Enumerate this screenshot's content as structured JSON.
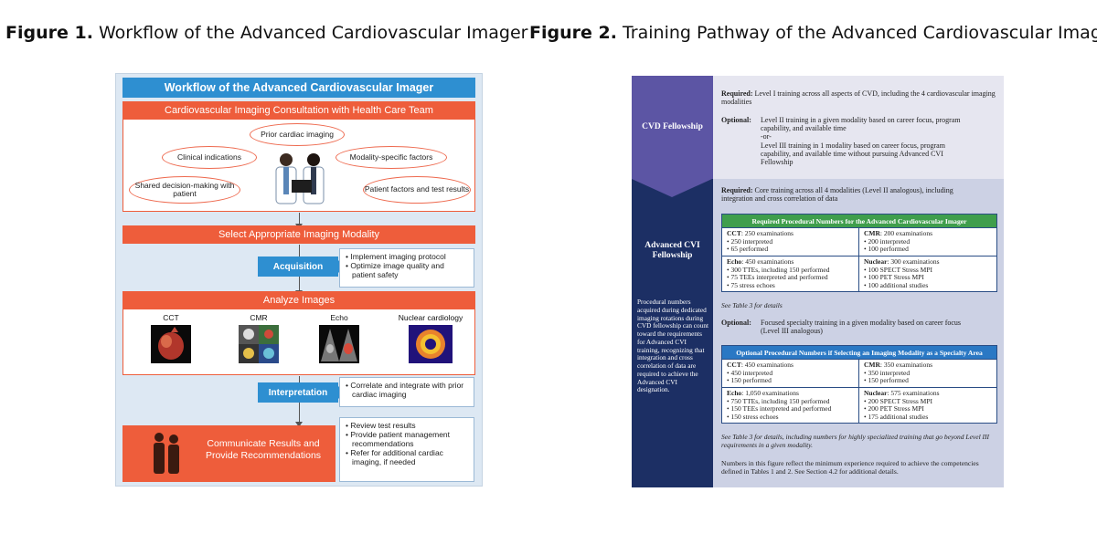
{
  "captions": {
    "fig1_label": "Figure 1.",
    "fig1_text": "Workflow of the Advanced Cardiovascular Imager",
    "fig2_label": "Figure 2.",
    "fig2_text": "Training Pathway of the Advanced Cardiovascular Imager"
  },
  "fig1": {
    "title": "Workflow of the Advanced Cardiovascular Imager",
    "consult_bar": "Cardiovascular Imaging Consultation with Health Care Team",
    "factors": {
      "prior": "Prior cardiac imaging",
      "clinical": "Clinical indications",
      "modality": "Modality-specific factors",
      "shared": "Shared decision-making with patient",
      "patient": "Patient factors and test results"
    },
    "select_bar": "Select Appropriate Imaging Modality",
    "acquisition": {
      "label": "Acquisition",
      "items": [
        "• Implement imaging protocol",
        "• Optimize image quality and patient safety"
      ]
    },
    "analyze_bar": "Analyze Images",
    "modalities": [
      "CCT",
      "CMR",
      "Echo",
      "Nuclear cardiology"
    ],
    "interpretation": {
      "label": "Interpretation",
      "items": [
        "• Correlate and integrate with prior cardiac imaging"
      ]
    },
    "communicate": {
      "label": "Communicate Results and Provide Recommendations",
      "items": [
        "• Review test results",
        "• Provide patient management recommendations",
        "• Refer for additional cardiac imaging, if needed"
      ]
    },
    "colors": {
      "blue": "#2e8fd1",
      "orange": "#ee5d3b",
      "bg": "#dde8f3"
    }
  },
  "fig2": {
    "cvd_label": "CVD Fellowship",
    "adv_label": "Advanced CVI Fellowship",
    "side_note": "Procedural numbers acquired during dedicated imaging rotations during CVD fellowship can count toward the requirements for Advanced CVI training, recognizing that integration and cross correlation of data are required to achieve the Advanced CVI designation.",
    "required1_label": "Required:",
    "required1_text": "Level I training across all aspects of CVD, including the 4 cardiovascular imaging modalities",
    "optional1_label": "Optional:",
    "optional1_a": "Level II training in a given modality based on career focus, program capability, and available time",
    "optional1_or": "-or-",
    "optional1_b": "Level III training in 1 modality based on career focus, program capability, and available time without pursuing Advanced CVI Fellowship",
    "required2_label": "Required:",
    "required2_text": "Core training across all 4 modalities (Level II analogous), including integration and cross correlation of data",
    "table1": {
      "header": "Required Procedural Numbers for the Advanced Cardiovascular Imager",
      "cells": [
        {
          "head": "CCT",
          "rest": ": 250 examinations",
          "items": [
            "• 250 interpreted",
            "• 65 performed"
          ]
        },
        {
          "head": "CMR",
          "rest": ": 200 examinations",
          "items": [
            "• 200 interpreted",
            "• 100 performed"
          ]
        },
        {
          "head": "Echo",
          "rest": ": 450 examinations",
          "items": [
            "• 300 TTEs, including 150 performed",
            "• 75 TEEs interpreted and performed",
            "• 75 stress echoes"
          ]
        },
        {
          "head": "Nuclear",
          "rest": ": 300 examinations",
          "items": [
            "• 100 SPECT Stress MPI",
            "• 100 PET Stress MPI",
            "• 100 additional studies"
          ]
        }
      ]
    },
    "see_table3": "See Table 3 for details",
    "optional2_label": "Optional:",
    "optional2_text": "Focused specialty training in a given modality based on career focus (Level III analogous)",
    "table2": {
      "header": "Optional Procedural Numbers if Selecting an Imaging Modality as a Specialty Area",
      "cells": [
        {
          "head": "CCT",
          "rest": ": 450 examinations",
          "items": [
            "• 450 interpreted",
            "• 150 performed"
          ]
        },
        {
          "head": "CMR",
          "rest": ": 350 examinations",
          "items": [
            "• 350 interpreted",
            "• 150 performed"
          ]
        },
        {
          "head": "Echo",
          "rest": ": 1,050 examinations",
          "items": [
            "• 750 TTEs, including 150 performed",
            "• 150 TEEs interpreted and performed",
            "• 150 stress echoes"
          ]
        },
        {
          "head": "Nuclear",
          "rest": ": 575 examinations",
          "items": [
            "• 200 SPECT Stress MPI",
            "• 200 PET Stress MPI",
            "• 175 additional studies"
          ]
        }
      ]
    },
    "see_table3_long": "See Table 3 for details, including numbers for highly specialized training that go beyond Level III requirements in a given modality.",
    "footer_note": "Numbers in this figure reflect the minimum experience required to achieve the competencies defined in Tables 1 and 2. See Section 4.2 for additional details.",
    "colors": {
      "navy": "#1c2f64",
      "purple": "#5c55a4",
      "green": "#3f9e4c",
      "blue": "#2a78c4"
    }
  }
}
